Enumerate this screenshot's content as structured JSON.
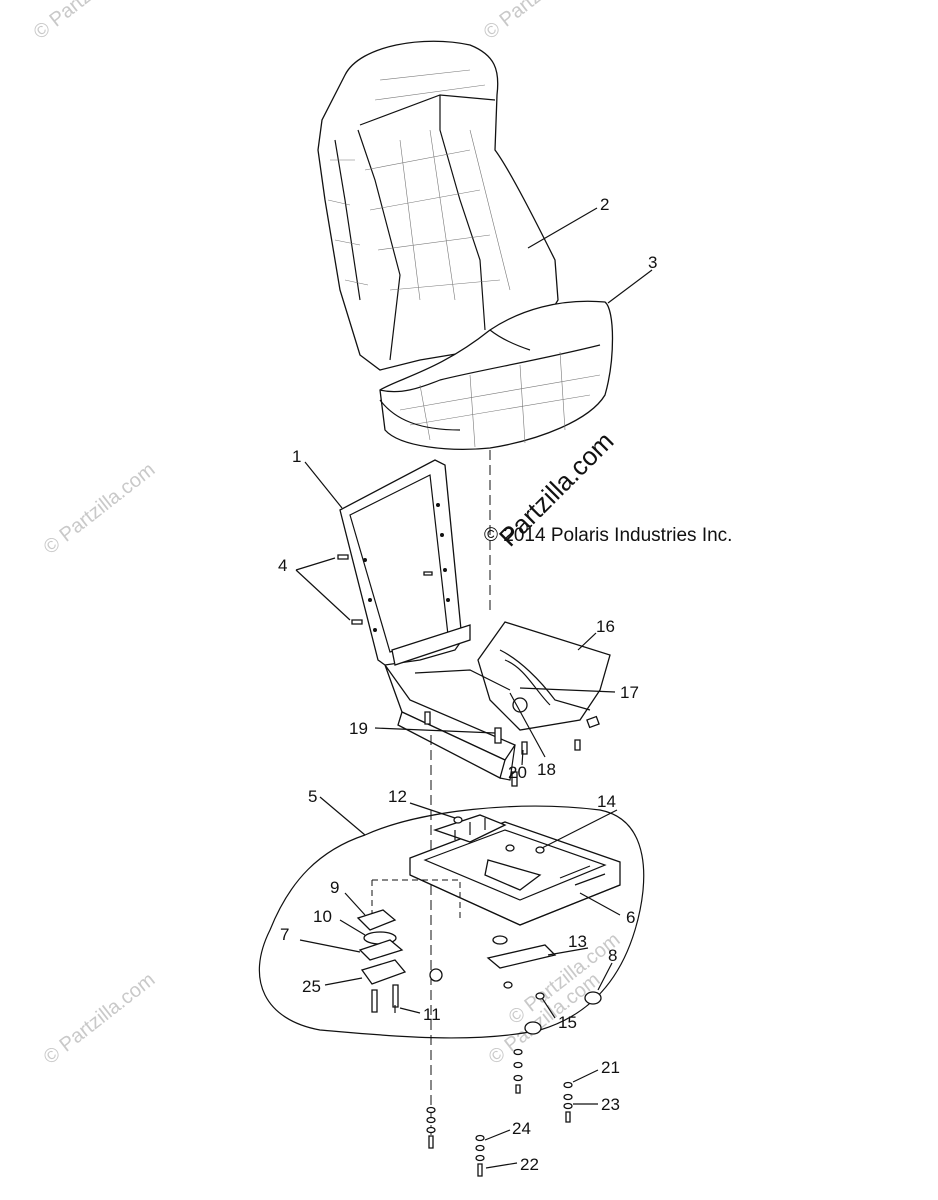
{
  "diagram": {
    "copyright": "© 2014 Polaris Industries Inc.",
    "watermark_main": "Partzilla.com",
    "watermark_corner": "© Partzilla.com",
    "callouts": [
      "1",
      "2",
      "3",
      "4",
      "5",
      "6",
      "7",
      "8",
      "9",
      "10",
      "11",
      "12",
      "13",
      "14",
      "15",
      "16",
      "17",
      "18",
      "19",
      "20",
      "21",
      "22",
      "23",
      "24",
      "25"
    ]
  }
}
